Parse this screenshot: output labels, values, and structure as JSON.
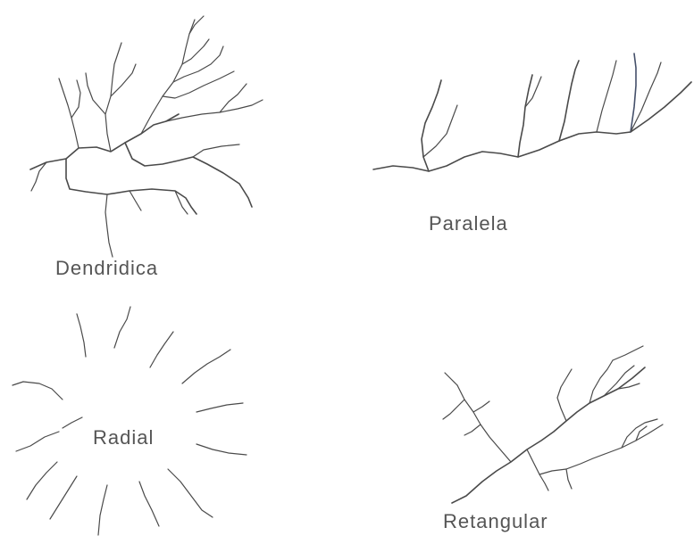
{
  "figure": {
    "labels": {
      "dendritic": "Dendridica",
      "parallel": "Paralela",
      "radial": "Radial",
      "rectangular": "Retangular"
    }
  }
}
